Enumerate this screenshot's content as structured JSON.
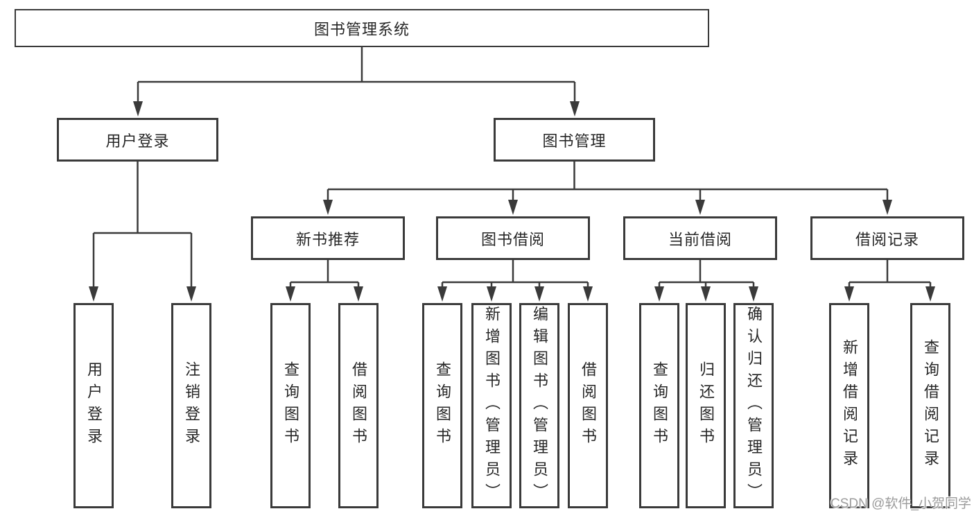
{
  "diagram": {
    "root": {
      "label": "图书管理系统"
    },
    "level2": [
      {
        "id": "user-login",
        "label": "用户登录",
        "parent": "图书管理系统"
      },
      {
        "id": "book-management",
        "label": "图书管理",
        "parent": "图书管理系统"
      }
    ],
    "level3": [
      {
        "id": "new-book-recommend",
        "label": "新书推荐",
        "parent": "图书管理"
      },
      {
        "id": "book-borrowing",
        "label": "图书借阅",
        "parent": "图书管理"
      },
      {
        "id": "current-borrowing",
        "label": "当前借阅",
        "parent": "图书管理"
      },
      {
        "id": "borrowing-records",
        "label": "借阅记录",
        "parent": "图书管理"
      }
    ],
    "leaves": [
      {
        "label": "用户登录",
        "parent": "用户登录"
      },
      {
        "label": "注销登录",
        "parent": "用户登录"
      },
      {
        "label": "查询图书",
        "parent": "新书推荐"
      },
      {
        "label": "借阅图书",
        "parent": "新书推荐"
      },
      {
        "label": "查询图书",
        "parent": "图书借阅"
      },
      {
        "label": "新增图书（管理员）",
        "parent": "图书借阅"
      },
      {
        "label": "编辑图书（管理员）",
        "parent": "图书借阅"
      },
      {
        "label": "借阅图书",
        "parent": "图书借阅"
      },
      {
        "label": "查询图书",
        "parent": "当前借阅"
      },
      {
        "label": "归还图书",
        "parent": "当前借阅"
      },
      {
        "label": "确认归还（管理员）",
        "parent": "当前借阅"
      },
      {
        "label": "新增借阅记录",
        "parent": "借阅记录"
      },
      {
        "label": "查询借阅记录",
        "parent": "借阅记录"
      }
    ]
  },
  "watermark": "CSDN @软件_小贺同学",
  "colors": {
    "line": "#3a3a3a",
    "box_border": "#3a3a3a",
    "text": "#262626",
    "watermark_text": "#9b9b9b",
    "background": "#ffffff"
  }
}
